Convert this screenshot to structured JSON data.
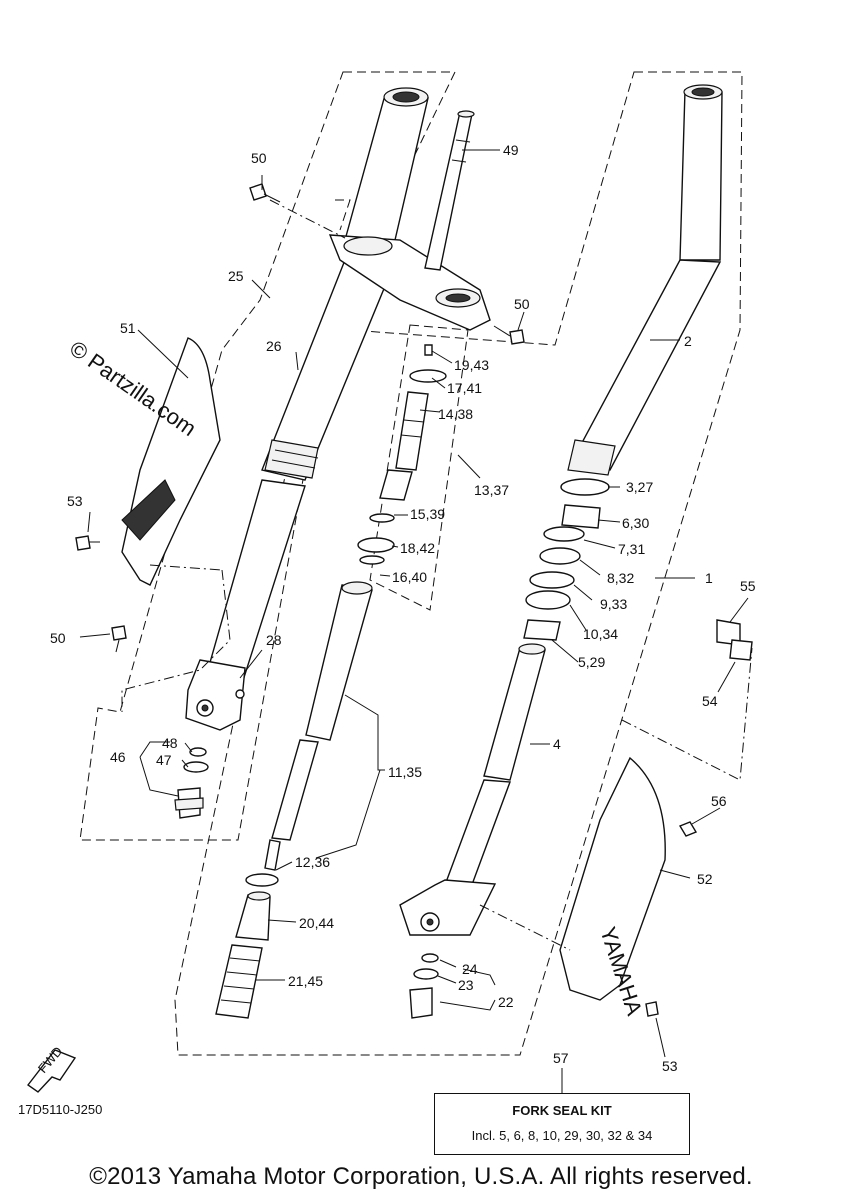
{
  "diagram": {
    "watermark": "© Partzilla.com",
    "fwd_label": "FWD",
    "diagram_code": "17D5110-J250",
    "brand_on_guard": "YAMAHA",
    "callouts": {
      "c1": "1",
      "c2": "2",
      "c3_27": "3,27",
      "c4": "4",
      "c5_29": "5,29",
      "c6_30": "6,30",
      "c7_31": "7,31",
      "c8_32": "8,32",
      "c9_33": "9,33",
      "c10_34": "10,34",
      "c11_35": "11,35",
      "c12_36": "12,36",
      "c13_37": "13,37",
      "c14_38": "14,38",
      "c15_39": "15,39",
      "c16_40": "16,40",
      "c17_41": "17,41",
      "c18_42": "18,42",
      "c19_43": "19,43",
      "c20_44": "20,44",
      "c21_45": "21,45",
      "c22": "22",
      "c23": "23",
      "c24": "24",
      "c25": "25",
      "c26": "26",
      "c28": "28",
      "c46": "46",
      "c47": "47",
      "c48": "48",
      "c49": "49",
      "c50a": "50",
      "c50b": "50",
      "c50c": "50",
      "c51": "51",
      "c52": "52",
      "c53a": "53",
      "c53b": "53",
      "c54": "54",
      "c55": "55",
      "c56": "56",
      "c57": "57"
    }
  },
  "kit": {
    "title": "FORK SEAL KIT",
    "text": "Incl. 5, 6, 8, 10, 29, 30, 32 & 34"
  },
  "footer": {
    "copyright": "©2013 Yamaha Motor Corporation, U.S.A. All rights reserved."
  }
}
